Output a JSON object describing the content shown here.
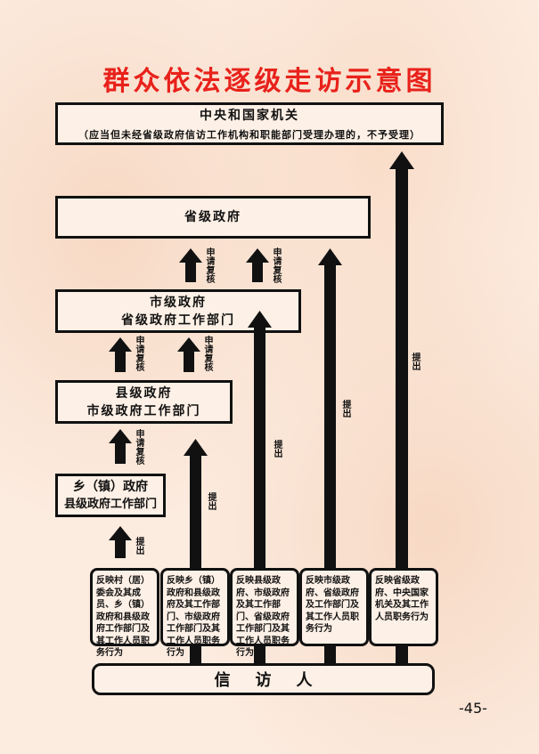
{
  "title": "群众依法逐级走访示意图",
  "boxes": {
    "central": {
      "line1": "中央和国家机关",
      "note": "（应当但未经省级政府信访工作机构和职能部门受理办理的，不予受理）"
    },
    "province": {
      "line1": "省级政府"
    },
    "city": {
      "line1": "市级政府",
      "line2": "省级政府工作部门"
    },
    "county": {
      "line1": "县级政府",
      "line2": "市级政府工作部门"
    },
    "township": {
      "line1": "乡（镇）政府",
      "line2": "县级政府工作部门"
    }
  },
  "reports": [
    "反映村（居）委会及其成员、乡（镇）政府和县级政府工作部门及其工作人员职务行为",
    "反映乡（镇）政府和县级政府及其工作部门、市级政府工作部门及其工作人员职务行为",
    "反映县级政府、市级政府及其工作部门、省级政府工作部门及其工作人员职务行为",
    "反映市级政府、省级政府及工作部门及其工作人员职务行为",
    "反映省级政府、中央国家机关及其工作人员职务行为"
  ],
  "labels": {
    "review": "申请复核",
    "submit": "提出"
  },
  "petitioner": "信访人",
  "page_number": "-45-",
  "colors": {
    "title": "#e8221b",
    "arrow": "#111111"
  }
}
